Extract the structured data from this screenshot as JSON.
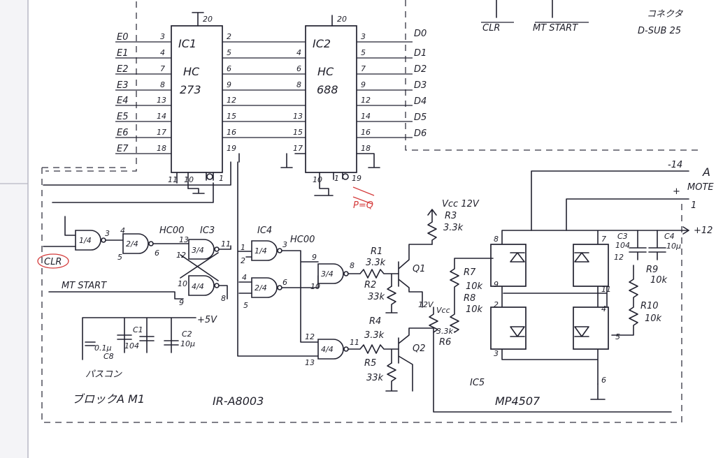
{
  "inputs": [
    "E0",
    "E1",
    "E2",
    "E3",
    "E4",
    "E5",
    "E6",
    "E7"
  ],
  "outputs": [
    "D0",
    "D1",
    "D2",
    "D3",
    "D4",
    "D5",
    "D6"
  ],
  "ic1": {
    "name": "IC1",
    "family": "HC",
    "part": "273",
    "left_pins": [
      "3",
      "4",
      "7",
      "8",
      "13",
      "14",
      "17",
      "18"
    ],
    "right_pins": [
      "2",
      "5",
      "6",
      "9",
      "12",
      "15",
      "16",
      "19"
    ],
    "bottom_pins": [
      "11",
      "10",
      "1"
    ],
    "top_pin": "20"
  },
  "ic2": {
    "name": "IC2",
    "family": "HC",
    "part": "688",
    "left_pins": [
      "4",
      "6",
      "8",
      "13",
      "15",
      "17"
    ],
    "right_pins": [
      "3",
      "5",
      "7",
      "9",
      "12",
      "14",
      "16",
      "18"
    ],
    "bottom_pins": [
      "10",
      "1",
      "19"
    ],
    "top_pin": "20"
  },
  "header": {
    "clr": "CLR",
    "mt_start": "MT START",
    "connector": "コネクタ",
    "dsub": "D-SUB 25"
  },
  "red_note": "P=Q",
  "ic3": {
    "label": "HC00",
    "name": "IC3",
    "gates": [
      "1/4",
      "2/4",
      "3/4",
      "4/4"
    ],
    "pins": [
      "3",
      "4",
      "5",
      "6",
      "13",
      "12",
      "11",
      "10",
      "8",
      "9"
    ]
  },
  "ic4": {
    "name": "IC4",
    "label": "HC00",
    "gates": [
      "1/4",
      "2/4",
      "3/4",
      "4/4"
    ],
    "pins": [
      "1",
      "2",
      "3",
      "4",
      "5",
      "6",
      "9",
      "10",
      "8",
      "12",
      "13",
      "11"
    ]
  },
  "clr_tag": "CLR",
  "mt_start_tag": "MT START",
  "transistors": [
    "Q1",
    "Q2"
  ],
  "resistors": {
    "r1": "R1",
    "r1_val": "3.3k",
    "r2": "R2",
    "r2_val": "33k",
    "r3": "R3",
    "r3_val": "3.3k",
    "r4": "R4",
    "r4_val": "3.3k",
    "r5": "R5",
    "r5_val": "33k",
    "r6": "R6",
    "r6_val": "3.3k",
    "r7": "R7",
    "r7_val": "10k",
    "r8": "R8",
    "r8_val": "10k",
    "r9": "R9",
    "r9_val": "10k",
    "r10": "R10",
    "r10_val": "10k"
  },
  "vcc": "Vcc 12V",
  "vcc_small": "Vcc",
  "v12": "12V",
  "caps": {
    "c8": "C8",
    "c8_val": "0.1μ",
    "c1": "C1",
    "c1_val": "104",
    "c2": "C2",
    "c2_val": "10μ",
    "c3": "C3",
    "c3_val": "104",
    "c4": "C4",
    "c4_val": "10μ",
    "bypass": "パスコン",
    "plus5v": "+5V"
  },
  "ic5": {
    "name": "IC5",
    "part": "MP4507",
    "pins": [
      "8",
      "9",
      "2",
      "3",
      "7",
      "12",
      "11",
      "4",
      "5",
      "6"
    ]
  },
  "motor": {
    "minus14": "-14",
    "a": "A",
    "mote": "MOTE",
    "plus": "+",
    "one": "1",
    "plus12": "+12"
  },
  "footer": {
    "block": "ブロックA M1",
    "code": "IR-A8003"
  }
}
